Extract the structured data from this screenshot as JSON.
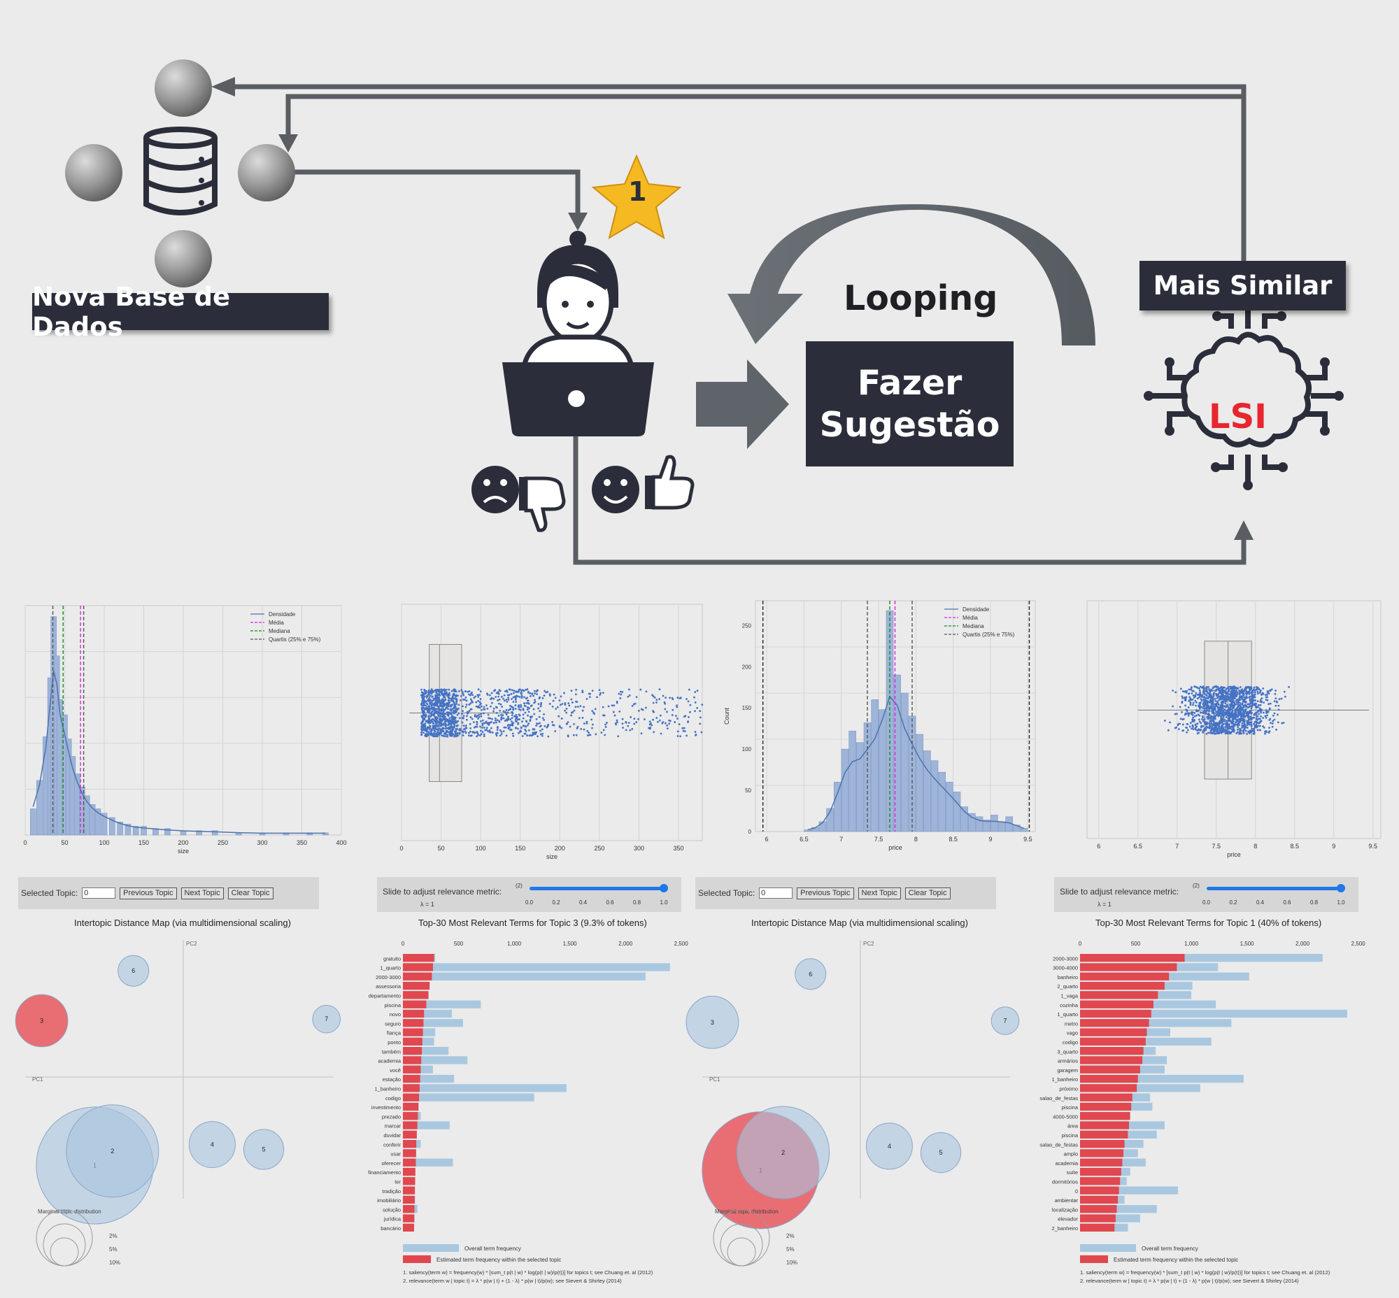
{
  "diagram": {
    "database_label": "Nova Base de Dados",
    "star_number": "1",
    "looping_label": "Looping",
    "action_box": {
      "line1": "Fazer",
      "line2": "Sugestão"
    },
    "model_label": "Mais Similar",
    "model_name": "LSI"
  },
  "chart_data": [
    {
      "type": "bar",
      "xlabel": "size",
      "x_ticks": [
        0,
        50,
        100,
        150,
        200,
        250,
        300,
        350,
        400
      ],
      "xlim": [
        0,
        400
      ],
      "bins": [
        {
          "x": 10,
          "v": 12
        },
        {
          "x": 18,
          "v": 25
        },
        {
          "x": 26,
          "v": 45
        },
        {
          "x": 32,
          "v": 72
        },
        {
          "x": 36,
          "v": 100
        },
        {
          "x": 40,
          "v": 82
        },
        {
          "x": 44,
          "v": 62
        },
        {
          "x": 50,
          "v": 55
        },
        {
          "x": 55,
          "v": 44
        },
        {
          "x": 60,
          "v": 36
        },
        {
          "x": 66,
          "v": 28
        },
        {
          "x": 72,
          "v": 22
        },
        {
          "x": 78,
          "v": 18
        },
        {
          "x": 85,
          "v": 14
        },
        {
          "x": 92,
          "v": 12
        },
        {
          "x": 100,
          "v": 10
        },
        {
          "x": 110,
          "v": 8
        },
        {
          "x": 120,
          "v": 6
        },
        {
          "x": 130,
          "v": 5
        },
        {
          "x": 140,
          "v": 4
        },
        {
          "x": 150,
          "v": 4
        },
        {
          "x": 165,
          "v": 3
        },
        {
          "x": 180,
          "v": 3
        },
        {
          "x": 200,
          "v": 2
        },
        {
          "x": 220,
          "v": 2
        },
        {
          "x": 240,
          "v": 2
        },
        {
          "x": 270,
          "v": 1
        },
        {
          "x": 300,
          "v": 1
        },
        {
          "x": 330,
          "v": 1
        },
        {
          "x": 360,
          "v": 1
        },
        {
          "x": 380,
          "v": 1
        }
      ],
      "lines": {
        "median": 48,
        "mean": 70,
        "q1": 35,
        "q3": 74
      },
      "legend": [
        "Densidade",
        "Média",
        "Mediana",
        "Quartis (25% e 75%)"
      ],
      "legend_position": "top-right",
      "grid": true
    },
    {
      "type": "scatter",
      "subtype": "box-strip",
      "xlabel": "size",
      "x_ticks": [
        0,
        50,
        100,
        150,
        200,
        250,
        300,
        350
      ],
      "xlim": [
        0,
        380
      ],
      "box": {
        "q1": 35,
        "median": 48,
        "q3": 76,
        "whisker_low": 10,
        "whisker_high": 140
      },
      "grid": true
    },
    {
      "type": "bar",
      "xlabel": "price",
      "ylabel": "Count",
      "x_ticks": [
        6.0,
        6.5,
        7.0,
        7.5,
        8.0,
        8.5,
        9.0,
        9.5
      ],
      "y_ticks": [
        0,
        50,
        100,
        150,
        200,
        250
      ],
      "xlim": [
        5.85,
        9.6
      ],
      "ylim": [
        0,
        280
      ],
      "bins": [
        {
          "x": 6.55,
          "v": 2
        },
        {
          "x": 6.65,
          "v": 5
        },
        {
          "x": 6.75,
          "v": 12
        },
        {
          "x": 6.85,
          "v": 28
        },
        {
          "x": 6.95,
          "v": 60
        },
        {
          "x": 7.05,
          "v": 100
        },
        {
          "x": 7.15,
          "v": 122
        },
        {
          "x": 7.25,
          "v": 108
        },
        {
          "x": 7.35,
          "v": 132
        },
        {
          "x": 7.45,
          "v": 160
        },
        {
          "x": 7.55,
          "v": 148
        },
        {
          "x": 7.65,
          "v": 268
        },
        {
          "x": 7.75,
          "v": 190
        },
        {
          "x": 7.85,
          "v": 168
        },
        {
          "x": 7.95,
          "v": 140
        },
        {
          "x": 8.05,
          "v": 118
        },
        {
          "x": 8.15,
          "v": 98
        },
        {
          "x": 8.25,
          "v": 86
        },
        {
          "x": 8.35,
          "v": 72
        },
        {
          "x": 8.45,
          "v": 60
        },
        {
          "x": 8.55,
          "v": 48
        },
        {
          "x": 8.65,
          "v": 30
        },
        {
          "x": 8.75,
          "v": 22
        },
        {
          "x": 8.85,
          "v": 18
        },
        {
          "x": 8.95,
          "v": 14
        },
        {
          "x": 9.05,
          "v": 20
        },
        {
          "x": 9.15,
          "v": 12
        },
        {
          "x": 9.25,
          "v": 18
        },
        {
          "x": 9.35,
          "v": 8
        },
        {
          "x": 9.45,
          "v": 4
        }
      ],
      "lines": {
        "median": 7.65,
        "mean": 7.72,
        "q1": 7.35,
        "q3": 7.95,
        "min": 5.95,
        "max": 9.52
      },
      "legend": [
        "Densidade",
        "Média",
        "Mediana",
        "Quartis (25% e 75%)"
      ],
      "legend_position": "top-right",
      "grid": true
    },
    {
      "type": "scatter",
      "subtype": "box-strip",
      "xlabel": "price",
      "x_ticks": [
        6.0,
        6.5,
        7.0,
        7.5,
        8.0,
        8.5,
        9.0,
        9.5
      ],
      "xlim": [
        5.85,
        9.6
      ],
      "box": {
        "q1": 7.35,
        "median": 7.65,
        "q3": 7.95,
        "whisker_low": 6.5,
        "whisker_high": 9.45
      },
      "grid": true
    },
    {
      "type": "bar",
      "subtype": "ldavis",
      "selected_topic_label": "Selected Topic:",
      "selected_topic_value": "0",
      "buttons": [
        "Previous Topic",
        "Next Topic",
        "Clear Topic"
      ],
      "slider_label": "Slide to adjust relevance metric:",
      "slider_superscript": "(2)",
      "slider_ticks": [
        "0.0",
        "0.2",
        "0.4",
        "0.6",
        "0.8",
        "1.0"
      ],
      "lambda_label": "λ = 1",
      "map_title": "Intertopic Distance Map (via multidimensional scaling)",
      "pc1": "PC1",
      "pc2": "PC2",
      "topics": [
        {
          "label": "1",
          "x": -0.55,
          "y": -0.55,
          "r": 38,
          "selected": false
        },
        {
          "label": "2",
          "x": -0.44,
          "y": -0.46,
          "r": 30,
          "selected": false
        },
        {
          "label": "3",
          "x": -0.88,
          "y": 0.35,
          "r": 17,
          "selected": true
        },
        {
          "label": "4",
          "x": 0.18,
          "y": -0.42,
          "r": 15,
          "selected": false
        },
        {
          "label": "5",
          "x": 0.5,
          "y": -0.45,
          "r": 13,
          "selected": false
        },
        {
          "label": "6",
          "x": -0.31,
          "y": 0.66,
          "r": 10,
          "selected": false
        },
        {
          "label": "7",
          "x": 0.89,
          "y": 0.36,
          "r": 9,
          "selected": false
        }
      ],
      "marginal_label": "Marginal topic distribution",
      "marginal_sizes": [
        "2%",
        "5%",
        "10%"
      ],
      "bar_title": "Top-30 Most Relevant Terms for Topic 3 (9.3% of tokens)",
      "x_ticks": [
        "0",
        "500",
        "1,000",
        "1,500",
        "2,000",
        "2,500"
      ],
      "xlim": [
        0,
        2500
      ],
      "terms": [
        "gratuito",
        "1_quarto",
        "2000-3000",
        "assessoria",
        "departamento",
        "piscina",
        "novo",
        "seguro",
        "fiança",
        "ponto",
        "também",
        "academia",
        "você",
        "estação",
        "1_banheiro",
        "codigo",
        "investimento",
        "prezado",
        "marcar",
        "duvidar",
        "conferir",
        "usar",
        "oferecer",
        "financiamento",
        "ter",
        "tradição",
        "imobiliário",
        "solução",
        "jurídica",
        "bancário"
      ],
      "overall": [
        290,
        2400,
        2180,
        210,
        220,
        700,
        440,
        540,
        290,
        280,
        410,
        580,
        270,
        460,
        1470,
        1180,
        140,
        160,
        420,
        110,
        160,
        120,
        450,
        110,
        105,
        105,
        110,
        130,
        105,
        100
      ],
      "topic": [
        280,
        270,
        260,
        240,
        230,
        210,
        190,
        185,
        180,
        175,
        170,
        165,
        160,
        155,
        150,
        145,
        140,
        135,
        130,
        125,
        120,
        118,
        116,
        112,
        110,
        108,
        106,
        104,
        102,
        100
      ],
      "legend": [
        "Overall term frequency",
        "Estimated term frequency within the selected topic"
      ],
      "footnote1": "1. saliency(term w) = frequency(w) * [sum_t p(t | w) * log(p(t | w)/p(t))] for topics t; see Chuang et. al (2012)",
      "footnote2": "2. relevance(term w | topic t) = λ * p(w | t) + (1 - λ) * p(w | t)/p(w); see Sievert & Shirley (2014)"
    },
    {
      "type": "bar",
      "subtype": "ldavis",
      "selected_topic_label": "Selected Topic:",
      "selected_topic_value": "0",
      "buttons": [
        "Previous Topic",
        "Next Topic",
        "Clear Topic"
      ],
      "slider_label": "Slide to adjust relevance metric:",
      "slider_superscript": "(2)",
      "slider_ticks": [
        "0.0",
        "0.2",
        "0.4",
        "0.6",
        "0.8",
        "1.0"
      ],
      "lambda_label": "λ = 1",
      "map_title": "Intertopic Distance Map (via multidimensional scaling)",
      "pc1": "PC1",
      "pc2": "PC2",
      "topics": [
        {
          "label": "1",
          "x": -0.62,
          "y": -0.58,
          "r": 38,
          "selected": true
        },
        {
          "label": "2",
          "x": -0.48,
          "y": -0.47,
          "r": 30,
          "selected": false
        },
        {
          "label": "3",
          "x": -0.92,
          "y": 0.34,
          "r": 17,
          "selected": false
        },
        {
          "label": "4",
          "x": 0.18,
          "y": -0.43,
          "r": 15,
          "selected": false
        },
        {
          "label": "5",
          "x": 0.5,
          "y": -0.47,
          "r": 13,
          "selected": false
        },
        {
          "label": "6",
          "x": -0.31,
          "y": 0.64,
          "r": 10,
          "selected": false
        },
        {
          "label": "7",
          "x": 0.9,
          "y": 0.35,
          "r": 9,
          "selected": false
        }
      ],
      "marginal_label": "Marginal topic distribution",
      "marginal_sizes": [
        "2%",
        "5%",
        "10%"
      ],
      "bar_title": "Top-30 Most Relevant Terms for Topic 1 (40% of tokens)",
      "x_ticks": [
        "0",
        "500",
        "1,000",
        "1,500",
        "2,000",
        "2,500"
      ],
      "xlim": [
        0,
        2500
      ],
      "terms": [
        "2000-3000",
        "3000-4000",
        "banheiro",
        "2_quarto",
        "1_vaga",
        "cozinha",
        "1_quarto",
        "metro",
        "vago",
        "codigo",
        "3_quarto",
        "armários",
        "garagem",
        "1_banheiro",
        "próximo",
        "salao_de_festas",
        "piscina",
        "4000-5000",
        "área",
        "piscina",
        "salao_de_festas",
        "amplo",
        "academia",
        "suíte",
        "dormitórios",
        "0",
        "ambientar",
        "localização",
        "elevador",
        "2_banheiro"
      ],
      "overall": [
        2180,
        1240,
        1520,
        1010,
        1000,
        1220,
        2400,
        1360,
        810,
        1180,
        680,
        780,
        760,
        1470,
        1080,
        630,
        650,
        450,
        760,
        690,
        570,
        520,
        590,
        450,
        420,
        880,
        400,
        690,
        540,
        430
      ],
      "topic": [
        940,
        870,
        800,
        760,
        700,
        660,
        640,
        620,
        600,
        590,
        570,
        560,
        540,
        520,
        510,
        470,
        460,
        450,
        440,
        430,
        400,
        390,
        380,
        370,
        360,
        350,
        340,
        330,
        320,
        310
      ],
      "legend": [
        "Overall term frequency",
        "Estimated term frequency within the selected topic"
      ],
      "footnote1": "1. saliency(term w) = frequency(w) * [sum_t p(t | w) * log(p(t | w)/p(t))] for topics t; see Chuang et. al (2012)",
      "footnote2": "2. relevance(term w | topic t) = λ * p(w | t) + (1 - λ) * p(w | t)/p(w); see Sievert & Shirley (2014)"
    }
  ]
}
